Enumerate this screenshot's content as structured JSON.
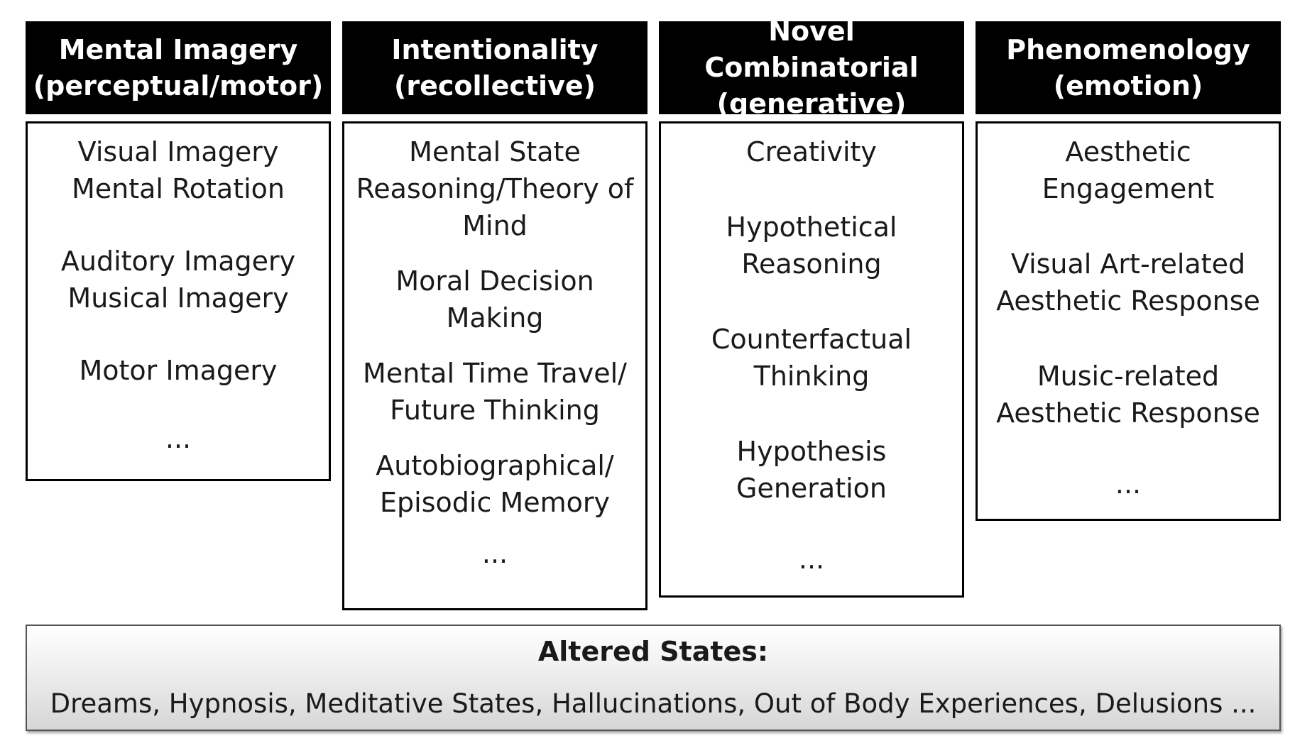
{
  "columns": [
    {
      "title_line1": "Mental Imagery",
      "title_line2": "(perceptual/motor)",
      "items": [
        [
          "Visual Imagery",
          "Mental Rotation"
        ],
        [
          "Auditory Imagery",
          "Musical Imagery"
        ],
        [
          "Motor Imagery"
        ]
      ],
      "ellipsis": "..."
    },
    {
      "title_line1": "Intentionality",
      "title_line2": "(recollective)",
      "items": [
        [
          "Mental State",
          "Reasoning/Theory of",
          "Mind"
        ],
        [
          "Moral Decision",
          "Making"
        ],
        [
          "Mental Time Travel/",
          "Future Thinking"
        ],
        [
          "Autobiographical/",
          "Episodic Memory"
        ]
      ],
      "ellipsis": "..."
    },
    {
      "title_line1": "Novel Combinatorial",
      "title_line2": "(generative)",
      "items": [
        [
          "Creativity"
        ],
        [
          "Hypothetical",
          "Reasoning"
        ],
        [
          "Counterfactual",
          "Thinking"
        ],
        [
          "Hypothesis",
          "Generation"
        ]
      ],
      "ellipsis": "..."
    },
    {
      "title_line1": "Phenomenology",
      "title_line2": "(emotion)",
      "items": [
        [
          "Aesthetic",
          "Engagement"
        ],
        [
          "Visual Art-related",
          "Aesthetic Response"
        ],
        [
          "Music-related",
          "Aesthetic Response"
        ]
      ],
      "ellipsis": "..."
    }
  ],
  "altered_states": {
    "title": "Altered States:",
    "text": "Dreams, Hypnosis, Meditative States, Hallucinations, Out of Body Experiences, Delusions ..."
  }
}
